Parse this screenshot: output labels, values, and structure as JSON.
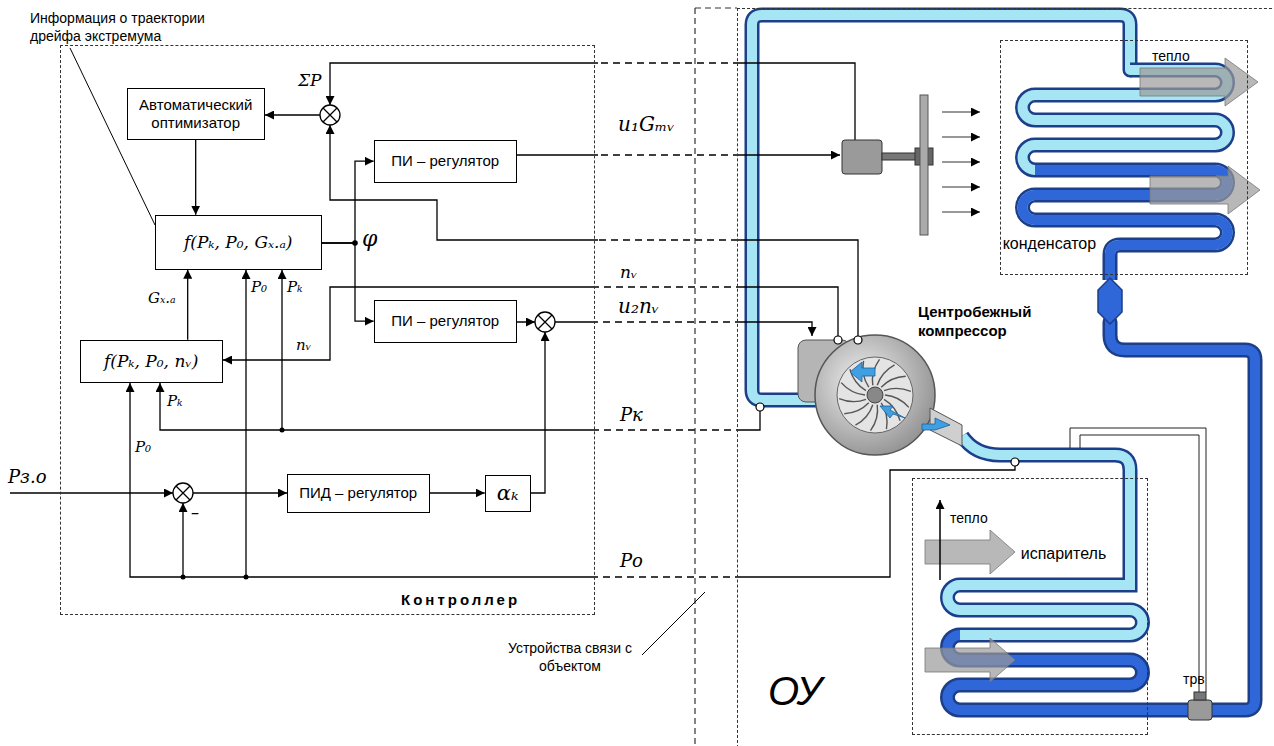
{
  "diagram": {
    "nodes": [
      {
        "text": [
          "Контроллер"
        ]
      },
      {
        "text": [
          "Автоматический оптимизатор"
        ],
        "in": 0
      },
      {
        "text": [
          "f(Pₖ, P₀, Gₓ.ₐ)"
        ],
        "in": 0
      },
      {
        "text": [
          "f(Pₖ, P₀, nᵥ)"
        ],
        "in": 0
      },
      {
        "text": [
          "ПИ – регулятор"
        ],
        "in": 0
      },
      {
        "text": [
          "ПИ – регулятор"
        ],
        "in": 0
      },
      {
        "text": [
          "ПИД – регулятор"
        ],
        "in": 0
      },
      {
        "text": [
          "αₖ"
        ],
        "in": 0
      },
      {
        "text": [
          "ОУ"
        ]
      },
      {
        "text": [
          "конденсатор"
        ],
        "in": 8
      },
      {
        "text": [
          "испаритель"
        ],
        "in": 8
      }
    ],
    "edges": [
      {
        "from": 1,
        "to": 2,
        "arrow": "to"
      },
      {
        "from": 3,
        "to": 2,
        "arrow": "to",
        "label": "Gₓ.ₐ"
      },
      {
        "from": 2,
        "to": 4,
        "arrow": "to",
        "label": "φ"
      },
      {
        "from": 2,
        "to": 5,
        "arrow": "to"
      },
      {
        "from": 6,
        "to": 7,
        "arrow": "to"
      }
    ],
    "labels": [
      "Информация о траектории дрейфа экстремума",
      "ΣP",
      "u₁Gₘᵥ",
      "nᵥ",
      "u₂nᵥ",
      "P₀",
      "Pₖ",
      "nᵥ",
      "Pₖ",
      "P₀",
      "Pк",
      "Pз.о",
      "–",
      "Pо",
      "Устройства связи с объектом",
      "Центробежный компрессор",
      "тепло",
      "тепло",
      "трв"
    ]
  }
}
